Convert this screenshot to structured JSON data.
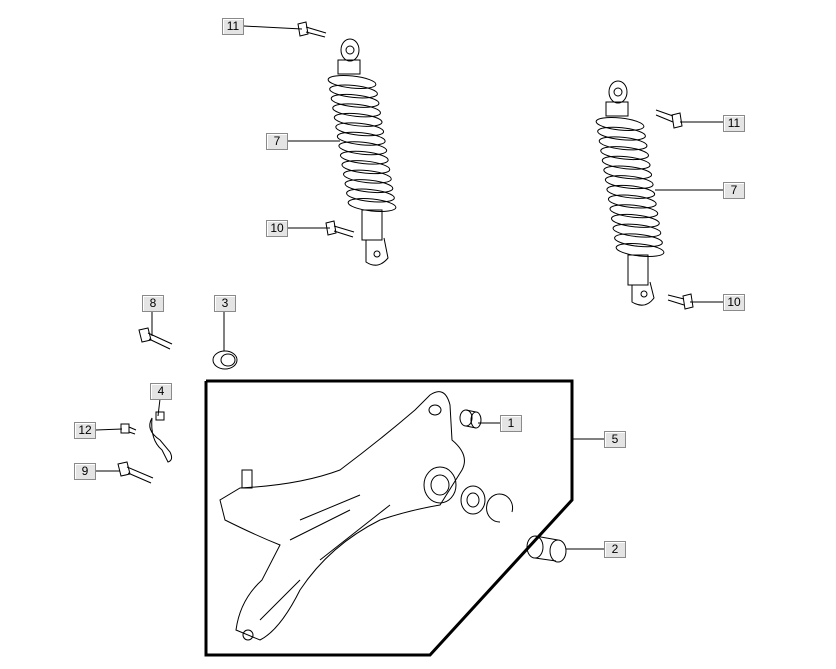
{
  "diagram": {
    "callouts": [
      {
        "id": "c11a",
        "label": "11"
      },
      {
        "id": "c7a",
        "label": "7"
      },
      {
        "id": "c10a",
        "label": "10"
      },
      {
        "id": "c11b",
        "label": "11"
      },
      {
        "id": "c7b",
        "label": "7"
      },
      {
        "id": "c10b",
        "label": "10"
      },
      {
        "id": "c8",
        "label": "8"
      },
      {
        "id": "c3",
        "label": "3"
      },
      {
        "id": "c4",
        "label": "4"
      },
      {
        "id": "c12",
        "label": "12"
      },
      {
        "id": "c9",
        "label": "9"
      },
      {
        "id": "c1",
        "label": "1"
      },
      {
        "id": "c5",
        "label": "5"
      },
      {
        "id": "c2",
        "label": "2"
      }
    ],
    "colors": {
      "callout_bg": "#e4e4e4",
      "line": "#000000"
    }
  }
}
